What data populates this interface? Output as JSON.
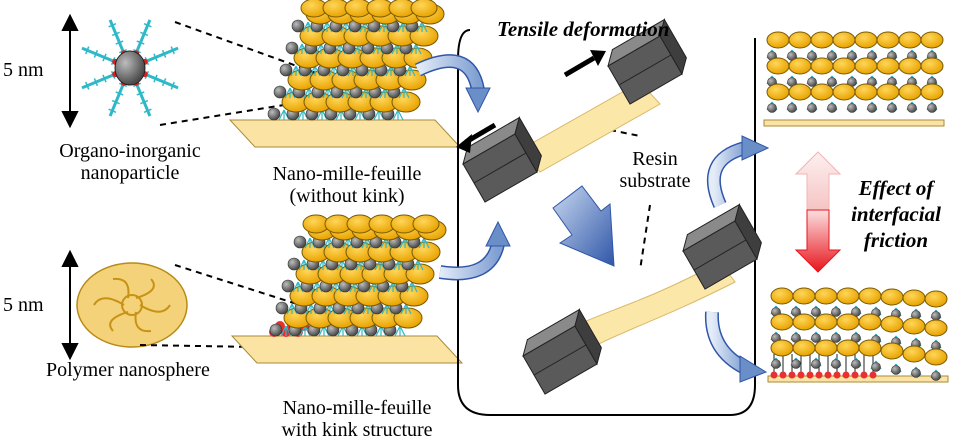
{
  "labels": {
    "scale_top": "5 nm",
    "scale_bottom": "5 nm",
    "organo_line1": "Organo-inorganic",
    "organo_line2": "nanoparticle",
    "polymer": "Polymer nanosphere",
    "nmf_top_line1": "Nano-mille-feuille",
    "nmf_top_line2": "(without kink)",
    "nmf_bottom_line1": "Nano-mille-feuille",
    "nmf_bottom_line2": "with kink structure",
    "tensile": "Tensile deformation",
    "resin_line1": "Resin",
    "resin_line2": "substrate",
    "effect_line1": "Effect of",
    "effect_line2": "interfacial",
    "effect_line3": "friction"
  },
  "colors": {
    "gold": "#f5b60c",
    "gold_edge": "#7a5a00",
    "gray_particle": "#6e6e6e",
    "ligand": "#2fb8c8",
    "substrate": "#fbe4a3",
    "resin": "#fbe8a8",
    "blue_arrow": "#6a8fc8",
    "red_arrow": "#e8242a",
    "pink_arrow": "#f7c0c0",
    "grip": "#5a5a5a"
  }
}
